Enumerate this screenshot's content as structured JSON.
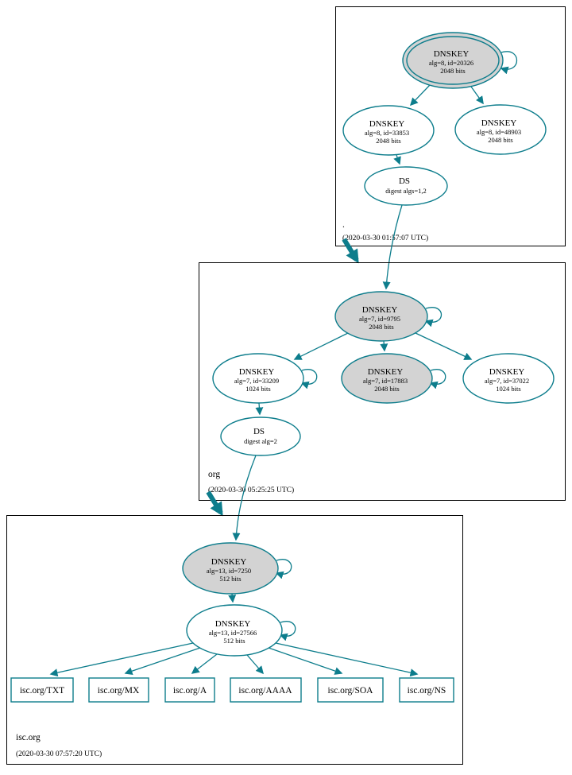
{
  "colors": {
    "edge": "#0d7d8c",
    "node_fill_ksk": "#d3d3d3",
    "node_fill": "#ffffff",
    "box_border": "#000000"
  },
  "zones": {
    "root": {
      "label": ".",
      "timestamp": "(2020-03-30 01:57:07 UTC)",
      "ksk": {
        "type": "DNSKEY",
        "meta": "alg=8, id=20326",
        "bits": "2048 bits"
      },
      "zsk1": {
        "type": "DNSKEY",
        "meta": "alg=8, id=33853",
        "bits": "2048 bits"
      },
      "zsk2": {
        "type": "DNSKEY",
        "meta": "alg=8, id=48903",
        "bits": "2048 bits"
      },
      "ds": {
        "type": "DS",
        "meta": "digest algs=1,2"
      }
    },
    "org": {
      "label": "org",
      "timestamp": "(2020-03-30 05:25:25 UTC)",
      "ksk": {
        "type": "DNSKEY",
        "meta": "alg=7, id=9795",
        "bits": "2048 bits"
      },
      "zsk1": {
        "type": "DNSKEY",
        "meta": "alg=7, id=33209",
        "bits": "1024 bits"
      },
      "ksk2": {
        "type": "DNSKEY",
        "meta": "alg=7, id=17883",
        "bits": "2048 bits"
      },
      "zsk2": {
        "type": "DNSKEY",
        "meta": "alg=7, id=37022",
        "bits": "1024 bits"
      },
      "ds": {
        "type": "DS",
        "meta": "digest alg=2"
      }
    },
    "isc": {
      "label": "isc.org",
      "timestamp": "(2020-03-30 07:57:20 UTC)",
      "ksk": {
        "type": "DNSKEY",
        "meta": "alg=13, id=7250",
        "bits": "512 bits"
      },
      "zsk": {
        "type": "DNSKEY",
        "meta": "alg=13, id=27566",
        "bits": "512 bits"
      },
      "records": {
        "txt": "isc.org/TXT",
        "mx": "isc.org/MX",
        "a": "isc.org/A",
        "aaaa": "isc.org/AAAA",
        "soa": "isc.org/SOA",
        "ns": "isc.org/NS"
      }
    }
  }
}
